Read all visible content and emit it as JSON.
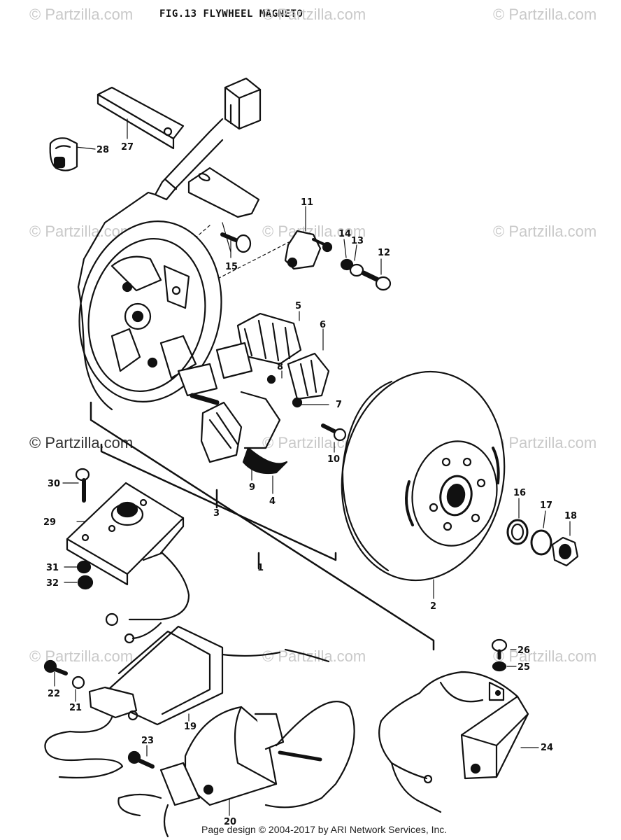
{
  "title": "FIG.13  FLYWHEEL MAGNETO",
  "watermark": "© Partzilla.com",
  "footer": "Page design © 2004-2017 by ARI Network Services, Inc.",
  "callouts": {
    "c1": "1",
    "c2": "2",
    "c3": "3",
    "c4": "4",
    "c5": "5",
    "c6": "6",
    "c7": "7",
    "c8": "8",
    "c9": "9",
    "c10": "10",
    "c11": "11",
    "c12": "12",
    "c13": "13",
    "c14": "14",
    "c15": "15",
    "c16": "16",
    "c17": "17",
    "c18": "18",
    "c19": "19",
    "c20": "20",
    "c21": "21",
    "c22": "22",
    "c23": "23",
    "c24": "24",
    "c25": "25",
    "c26": "26",
    "c27": "27",
    "c28": "28",
    "c29": "29",
    "c30": "30",
    "c31": "31",
    "c32": "32"
  }
}
